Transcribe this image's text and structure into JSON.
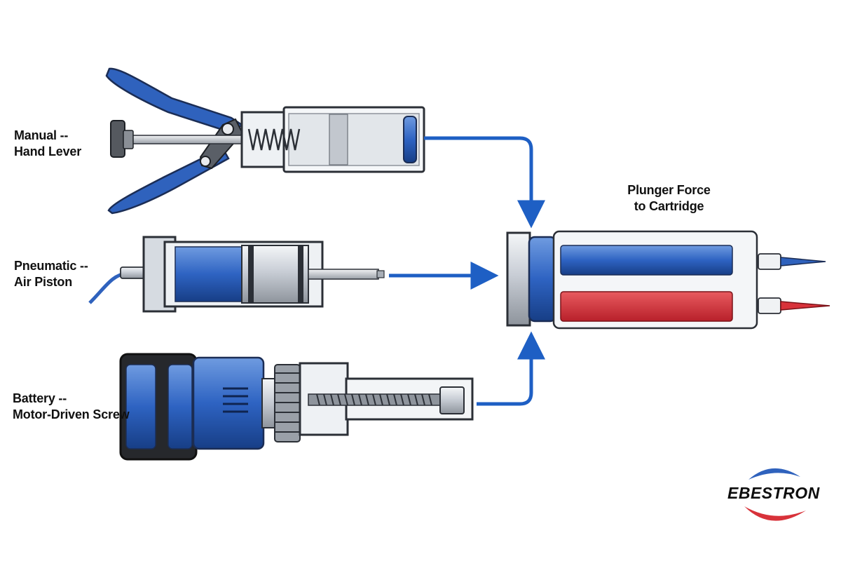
{
  "labels": {
    "manual": {
      "line1": "Manual --",
      "line2": "Hand Lever"
    },
    "pneumatic": {
      "line1": "Pneumatic --",
      "line2": "Air Piston"
    },
    "battery": {
      "line1": "Battery --",
      "line2": "Motor-Driven Screw"
    },
    "output": {
      "line1": "Plunger Force",
      "line2": "to Cartridge"
    }
  },
  "logo": {
    "text": "EBESTRON"
  },
  "colors": {
    "accent_blue": "#1f5fbf",
    "arrow_blue": "#1e5fc4",
    "component_red": "#d8323a",
    "outline": "#2b2f36",
    "metal": "#c9ced6"
  }
}
